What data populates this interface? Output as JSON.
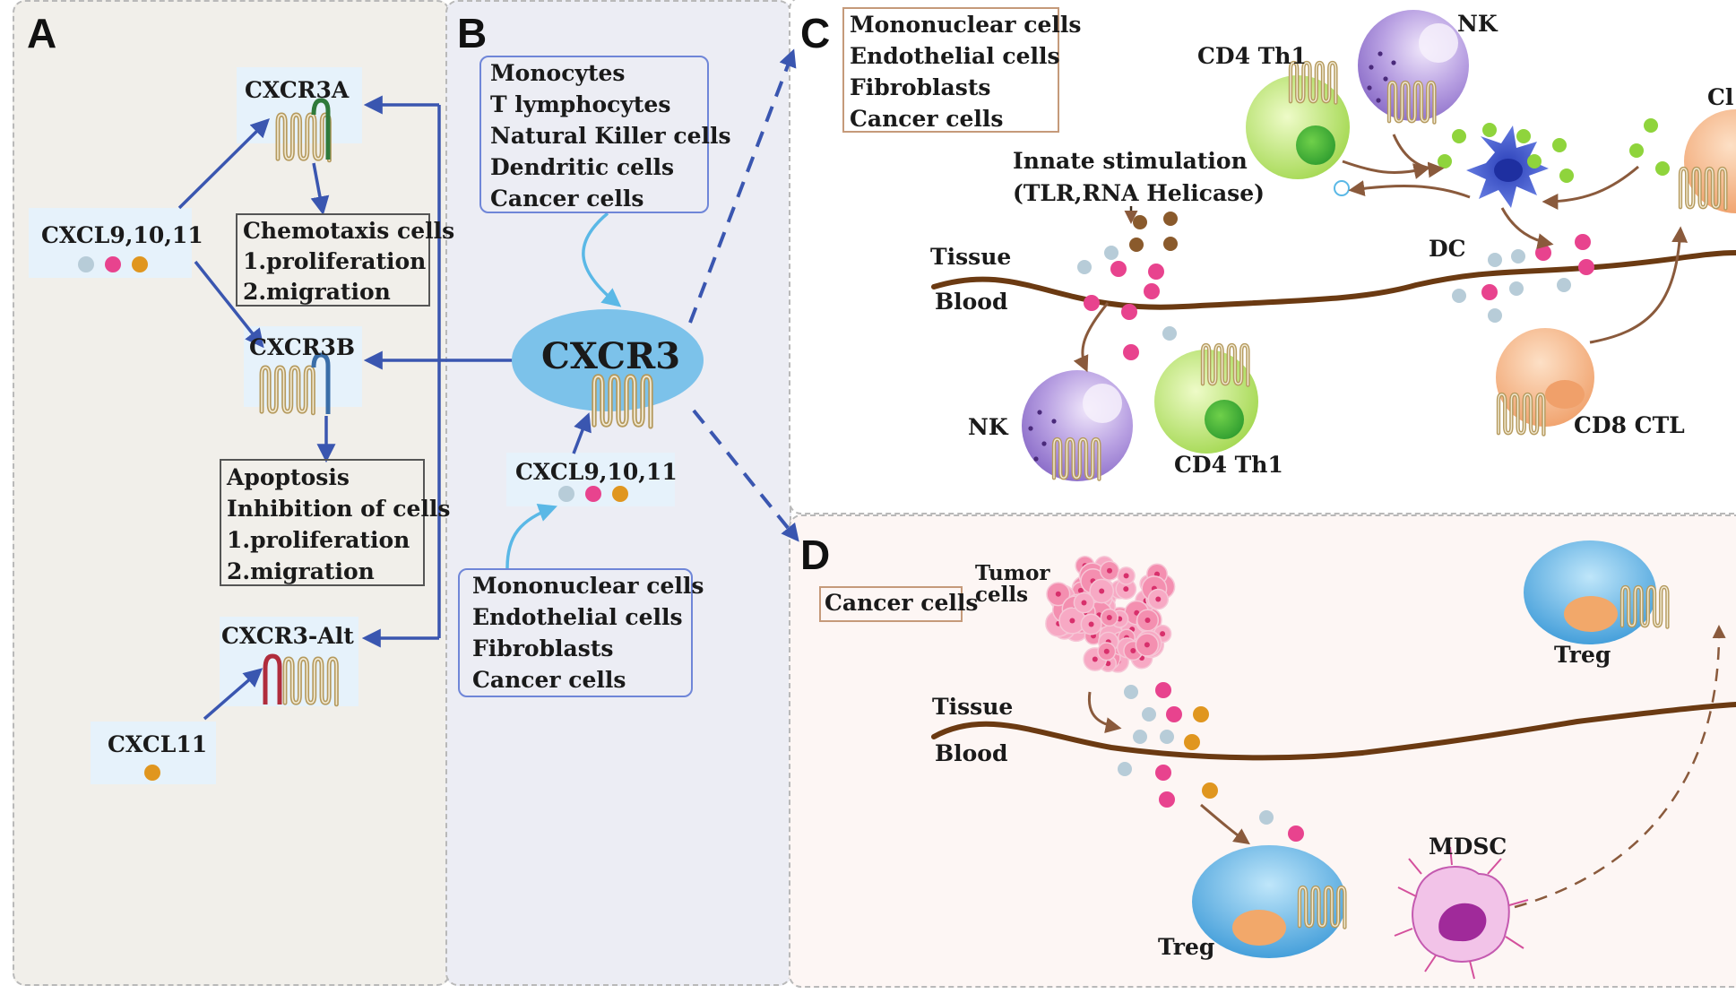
{
  "colors": {
    "arrow_blue": "#3a56b0",
    "arrow_light": "#5ab8e6",
    "membrane": "#6b3a12",
    "brown_arrow": "#8a5a3c",
    "panel_a_bg": "#f1efea",
    "panel_b_bg": "#ecedf4",
    "panel_d_bg": "#fdf6f4",
    "receptor_gold": "#b59a5e",
    "receptor_green": "#2f7a3a",
    "receptor_blue": "#3a6ea8",
    "receptor_red": "#b02c3c",
    "chemokine_grey": "#b7ccd8",
    "chemokine_pink": "#e8438e",
    "chemokine_orange": "#e0961f",
    "cxcr3_oval": "#7cc2ea"
  },
  "icons": [
    "receptor-7tm-icon",
    "chemokine-dot-icon",
    "nk-cell-icon",
    "th1-cell-icon",
    "dendritic-cell-icon",
    "ctl-cell-icon",
    "tumor-cells-icon",
    "treg-cell-icon",
    "mdsc-cell-icon",
    "membrane-line"
  ],
  "panel_a": {
    "label": "A",
    "cxcr3a": "CXCR3A",
    "ligands": "CXCL9,10,11",
    "chemotaxis": [
      "Chemotaxis cells",
      "1.proliferation",
      "2.migration"
    ],
    "cxcr3b": "CXCR3B",
    "apoptosis": [
      "Apoptosis",
      "Inhibition of cells",
      "1.proliferation",
      "2.migration"
    ],
    "cxcr3alt": "CXCR3-Alt",
    "cxcl11": "CXCL11"
  },
  "panel_b": {
    "label": "B",
    "expressing_cells": [
      "Monocytes",
      "T lymphocytes",
      "Natural Killer cells",
      "Dendritic cells",
      "Cancer cells"
    ],
    "receptor": "CXCR3",
    "ligands": "CXCL9,10,11",
    "producing_cells": [
      "Mononuclear cells",
      "Endothelial cells",
      "Fibroblasts",
      "Cancer cells"
    ]
  },
  "panel_c": {
    "label": "C",
    "cells_box": [
      "Mononuclear cells",
      "Endothelial cells",
      "Fibroblasts",
      "Cancer cells"
    ],
    "cd4_th1_top": "CD4 Th1",
    "nk_top": "NK",
    "cl_partial": "Cl",
    "innate": [
      "Innate stimulation",
      "(TLR,RNA Helicase)"
    ],
    "dc": "DC",
    "tissue": "Tissue",
    "blood": "Blood",
    "nk_bottom": "NK",
    "cd4_th1_bottom": "CD4 Th1",
    "cd8_ctl": "CD8 CTL"
  },
  "panel_d": {
    "label": "D",
    "cancer_box": "Cancer cells",
    "tumor": [
      "Tumor",
      "cells"
    ],
    "tissue": "Tissue",
    "blood": "Blood",
    "treg_top": "Treg",
    "treg_bottom": "Treg",
    "mdsc": "MDSC"
  }
}
